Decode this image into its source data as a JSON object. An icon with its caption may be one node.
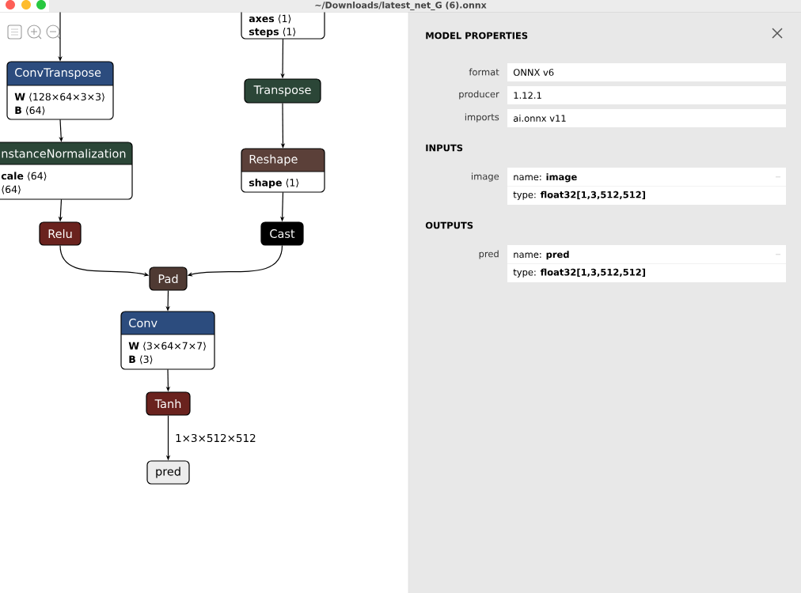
{
  "diagram": {
    "title": "~/Downloads/latest_net_G (6).onnx",
    "nodes": [
      {
        "text": [
          "**axes** ⟨1⟩",
          "**steps** ⟨1⟩"
        ]
      },
      {
        "text": [
          "ConvTranspose",
          "**W** ⟨128×64×3×3⟩",
          "**B** ⟨64⟩"
        ]
      },
      {
        "text": [
          "Transpose"
        ]
      },
      {
        "text": [
          "nstanceNormalization",
          "**cale** ⟨64⟩",
          "⟨64⟩"
        ]
      },
      {
        "text": [
          "Reshape",
          "**shape** ⟨1⟩"
        ]
      },
      {
        "text": [
          "Relu"
        ]
      },
      {
        "text": [
          "Cast"
        ]
      },
      {
        "text": [
          "Pad"
        ]
      },
      {
        "text": [
          "Conv",
          "**W** ⟨3×64×7×7⟩",
          "**B** ⟨3⟩"
        ]
      },
      {
        "text": [
          "Tanh"
        ]
      },
      {
        "text": [
          "pred"
        ]
      }
    ],
    "edges": [
      {
        "from": null,
        "to": 1,
        "arrow": "to"
      },
      {
        "from": 0,
        "to": 2,
        "arrow": "to"
      },
      {
        "from": 1,
        "to": 3,
        "arrow": "to"
      },
      {
        "from": 2,
        "to": 4,
        "arrow": "to"
      },
      {
        "from": 3,
        "to": 5,
        "arrow": "to"
      },
      {
        "from": 4,
        "to": 6,
        "arrow": "to"
      },
      {
        "from": 5,
        "to": 7,
        "arrow": "to"
      },
      {
        "from": 6,
        "to": 7,
        "arrow": "to"
      },
      {
        "from": 7,
        "to": 8,
        "arrow": "to"
      },
      {
        "from": 8,
        "to": 9,
        "arrow": "to"
      },
      {
        "from": 9,
        "to": 10,
        "arrow": "to",
        "label": "1×3×512×512"
      }
    ],
    "labels": [
      "MODEL PROPERTIES",
      "format",
      "ONNX v6",
      "producer",
      "1.12.1",
      "imports",
      "ai.onnx v11",
      "INPUTS",
      "image",
      "name: **image**",
      "type: **float32[1,3,512,512]**",
      "OUTPUTS",
      "pred",
      "name: **pred**",
      "type: **float32[1,3,512,512]**"
    ]
  }
}
